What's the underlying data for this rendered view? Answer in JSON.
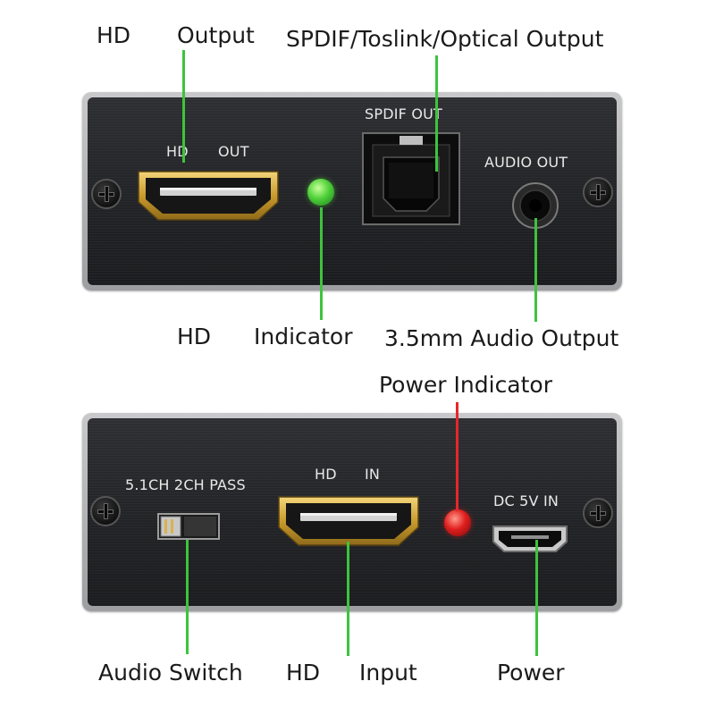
{
  "callouts": {
    "hd_output_a": "HD",
    "hd_output_b": "Output",
    "spdif_output": "SPDIF/Toslink/Optical Output",
    "hd_indicator_a": "HD",
    "hd_indicator_b": "Indicator",
    "audio_output": "3.5mm Audio Output",
    "power_indicator": "Power Indicator",
    "audio_switch": "Audio Switch",
    "hd_input_a": "HD",
    "hd_input_b": "Input",
    "power": "Power"
  },
  "top_panel": {
    "hd_label": "HD",
    "out_label": "OUT",
    "spdif_label": "SPDIF OUT",
    "audio_out_label": "AUDIO OUT"
  },
  "bottom_panel": {
    "switch_label": "5.1CH 2CH PASS",
    "hd_label": "HD",
    "in_label": "IN",
    "dc_label": "DC 5V IN"
  },
  "colors": {
    "leader_green": "#3cc43c",
    "leader_red": "#e8262a",
    "led_green": "#4fd13a",
    "led_red": "#e01e1e",
    "connector_gold": "#d9b24a"
  },
  "icons": [
    "screw-icon",
    "hdmi-port-icon",
    "optical-port-icon",
    "audio-jack-icon",
    "micro-usb-icon",
    "led-icon"
  ]
}
